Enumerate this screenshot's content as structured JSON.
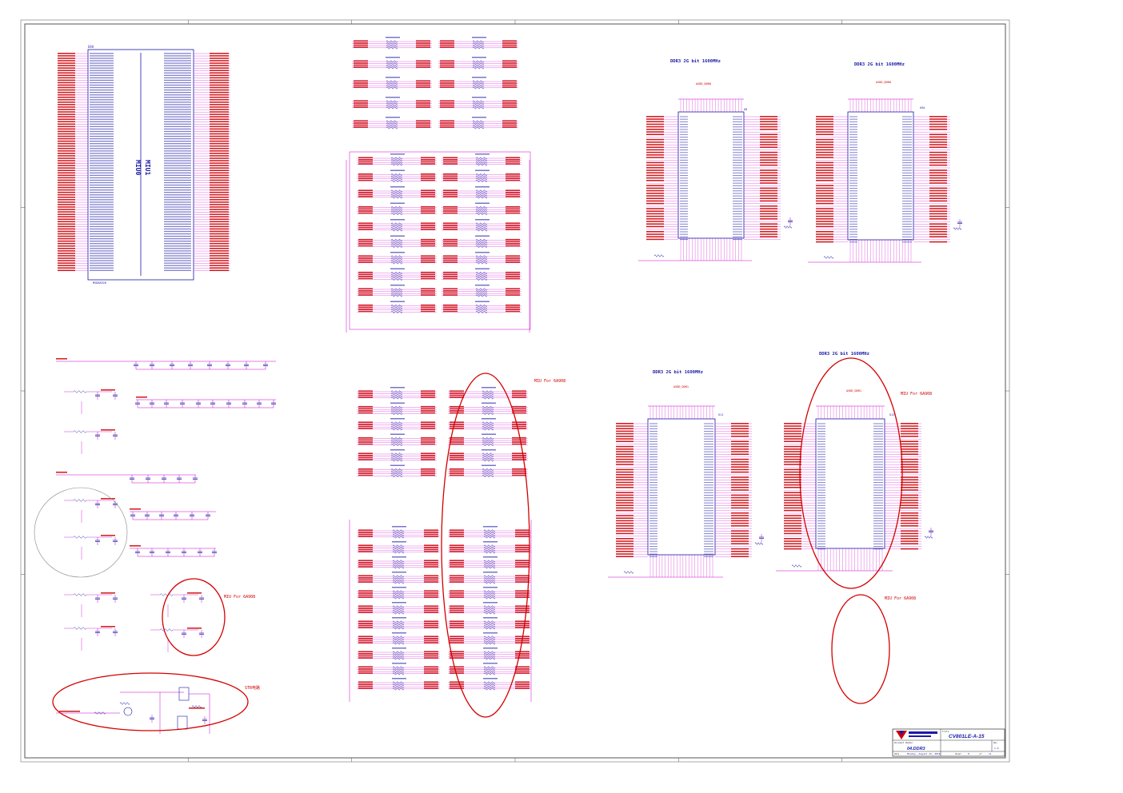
{
  "colors": {
    "net": "#cc0000",
    "wire": "#cc00cc",
    "part": "#1a1aa8",
    "frame": "#555555",
    "annotation": "#d40000"
  },
  "main_chip": {
    "ref": "U4A",
    "name": "MSD6A928",
    "section_label": "MIU0",
    "section_label_2": "MIU1"
  },
  "ddr_blocks": [
    {
      "title": "DDR3 2G bit 1600MHz",
      "ref": "U8",
      "supply": "AVDD_DDR0"
    },
    {
      "title": "DDR3 2G bit 1600MHz",
      "ref": "U9A",
      "supply": "AVDD_DDR0"
    },
    {
      "title": "DDR3 2G bit 1600MHz",
      "ref": "U11",
      "supply": "AVDD_DDR1"
    },
    {
      "title": "DDR3 2G bit 1600MHz",
      "ref": "U12",
      "supply": "AVDD_DDR1"
    }
  ],
  "annotations": {
    "miu_for_1": "MIU For 6A908",
    "miu_for_2": "MIU For 6A908",
    "miu_for_3": "MIU For 6A908",
    "miu_for_4": "MIU For 6A908",
    "str": "STR电路"
  },
  "title_block": {
    "title_label": "Title",
    "title": "CV801LE-A-15",
    "doc_label": "Document Number",
    "doc_number": "04.DDR3",
    "rev_label": "Rev",
    "rev": "1.0",
    "date_label": "Date",
    "date": "Monday, August 13, 2018",
    "sheet_label": "Sheet",
    "sheet": "8",
    "of_label": "of",
    "total": "11"
  }
}
